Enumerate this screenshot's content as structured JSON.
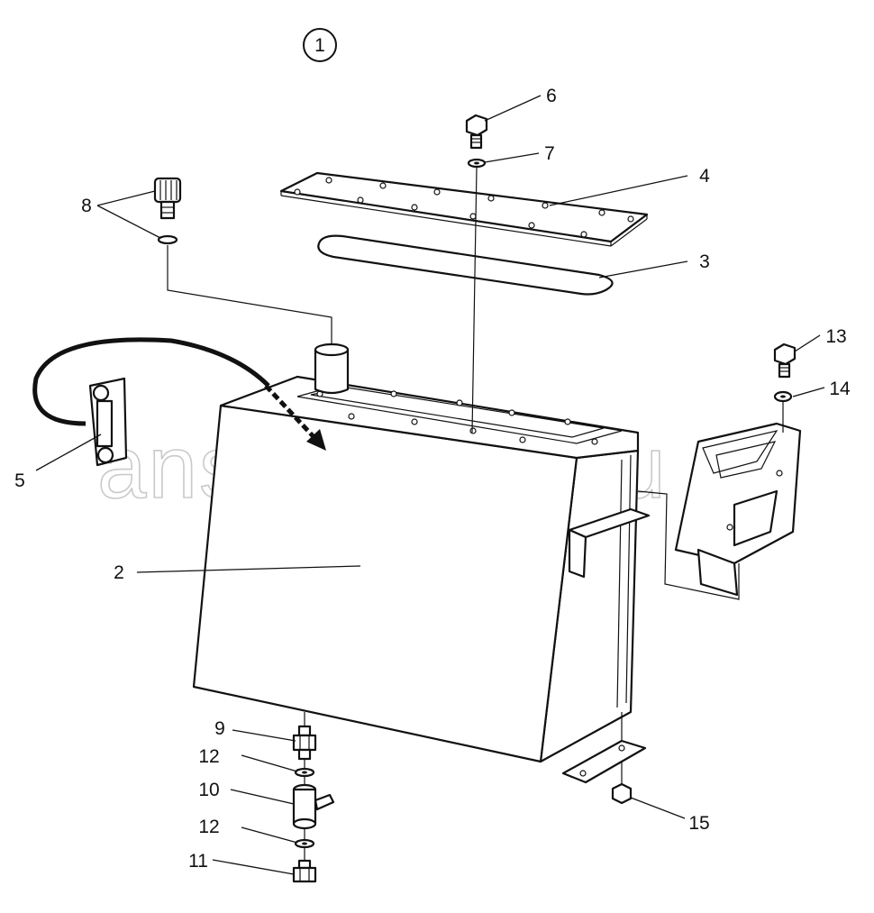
{
  "figure_number": "1",
  "watermark": "ansat-parts.ru",
  "callouts": [
    {
      "id": "2",
      "part": "tank"
    },
    {
      "id": "3",
      "part": "gasket"
    },
    {
      "id": "4",
      "part": "cover-plate"
    },
    {
      "id": "5",
      "part": "level-gauge"
    },
    {
      "id": "6",
      "part": "cover-bolt"
    },
    {
      "id": "7",
      "part": "cover-washer"
    },
    {
      "id": "8",
      "part": "filler-cap-and-o-ring"
    },
    {
      "id": "9",
      "part": "drain-nipple"
    },
    {
      "id": "10",
      "part": "drain-valve"
    },
    {
      "id": "11",
      "part": "drain-plug"
    },
    {
      "id": "12",
      "part": "seal-washer"
    },
    {
      "id": "12",
      "part": "seal-washer"
    },
    {
      "id": "13",
      "part": "bracket-bolt"
    },
    {
      "id": "14",
      "part": "bracket-washer"
    },
    {
      "id": "15",
      "part": "strap-nut"
    }
  ]
}
